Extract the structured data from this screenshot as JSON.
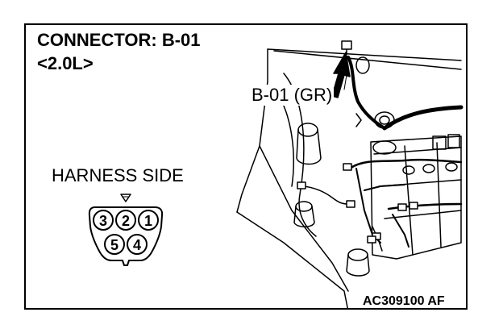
{
  "diagram": {
    "title": "CONNECTOR: B-01",
    "subtitle": "<2.0L>",
    "harness_label": "HARNESS SIDE",
    "callout_label": "B-01 (GR)",
    "figure_code": "AC309100 AF",
    "connector": {
      "pins_top": [
        "3",
        "2",
        "1"
      ],
      "pins_bottom": [
        "5",
        "4"
      ]
    }
  }
}
